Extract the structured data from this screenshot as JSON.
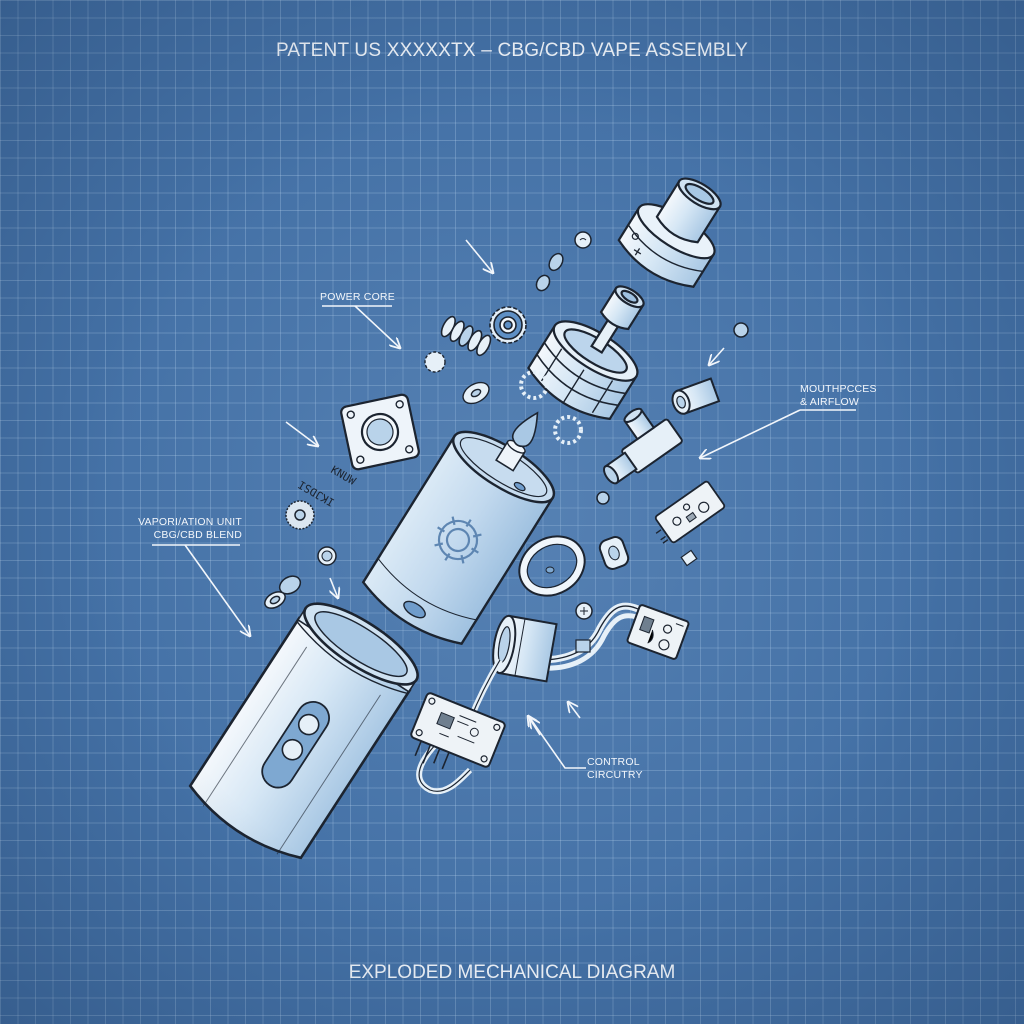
{
  "diagram": {
    "title": "PATENT US XXXXXTX – CBG/CBD VAPE ASSEMBLY",
    "footer": "EXPLODED MECHANICAL DIAGRAM",
    "background_color": "#4471a6",
    "grid_color": "#8fb0d6",
    "part_fill_color": "#e6f0f8",
    "part_tint_color": "#b9d3ea",
    "outline_color": "#1c2430",
    "labels": {
      "power_core": "POWER CORE",
      "mouthpieces_line1": "MOUTHPCCES",
      "mouthpieces_line2": "& AIRFLOW",
      "vaporization_line1": "VAPORI/ATION UNIT",
      "vaporization_line2": "CBG/CBD BLEND",
      "control_line1": "CONTROL",
      "control_line2": "CIRCUTRY"
    },
    "parts": [
      {
        "id": "mouthpiece-cap",
        "icon": "mouthpiece-cap-icon",
        "markings": "o +"
      },
      {
        "id": "atomizer-tank",
        "icon": "atomizer-icon"
      },
      {
        "id": "battery-cell",
        "icon": "battery-icon",
        "emblem": "gear-icon"
      },
      {
        "id": "outer-housing",
        "icon": "housing-tube-icon",
        "buttons": 2
      },
      {
        "id": "coil-spring",
        "icon": "spring-icon"
      },
      {
        "id": "drive-gears",
        "icon": "gear-icon",
        "count": 5
      },
      {
        "id": "square-mount-plate",
        "icon": "mount-plate-icon"
      },
      {
        "id": "airflow-adapter",
        "icon": "airflow-adapter-icon"
      },
      {
        "id": "bushing",
        "icon": "bushing-icon"
      },
      {
        "id": "sealing-ring",
        "icon": "o-ring-icon"
      },
      {
        "id": "heater-coil-module",
        "icon": "heater-module-icon"
      },
      {
        "id": "main-circuit-board",
        "icon": "circuit-board-icon"
      },
      {
        "id": "secondary-circuit-board",
        "icon": "circuit-board-icon"
      },
      {
        "id": "sensor-board",
        "icon": "circuit-board-icon"
      },
      {
        "id": "screws-washers",
        "icon": "screw-icon"
      }
    ]
  }
}
